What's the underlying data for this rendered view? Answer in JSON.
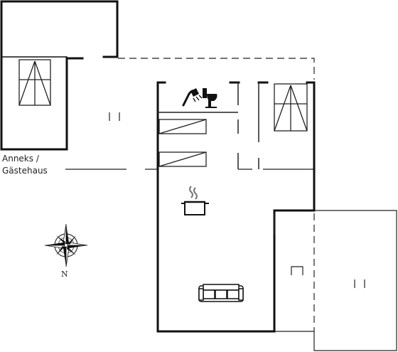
{
  "annex": {
    "line1": "Anneks /",
    "line2": "Gästehaus"
  },
  "compass": {
    "north": "N"
  },
  "colors": {
    "wall": "#111111",
    "thin_line": "#222222",
    "background": "#ffffff"
  },
  "icons": [
    "bed-icon",
    "bed-icon",
    "shower-icon",
    "toilet-icon",
    "stove-pot-icon",
    "sofa-icon",
    "compass-rose-icon"
  ]
}
